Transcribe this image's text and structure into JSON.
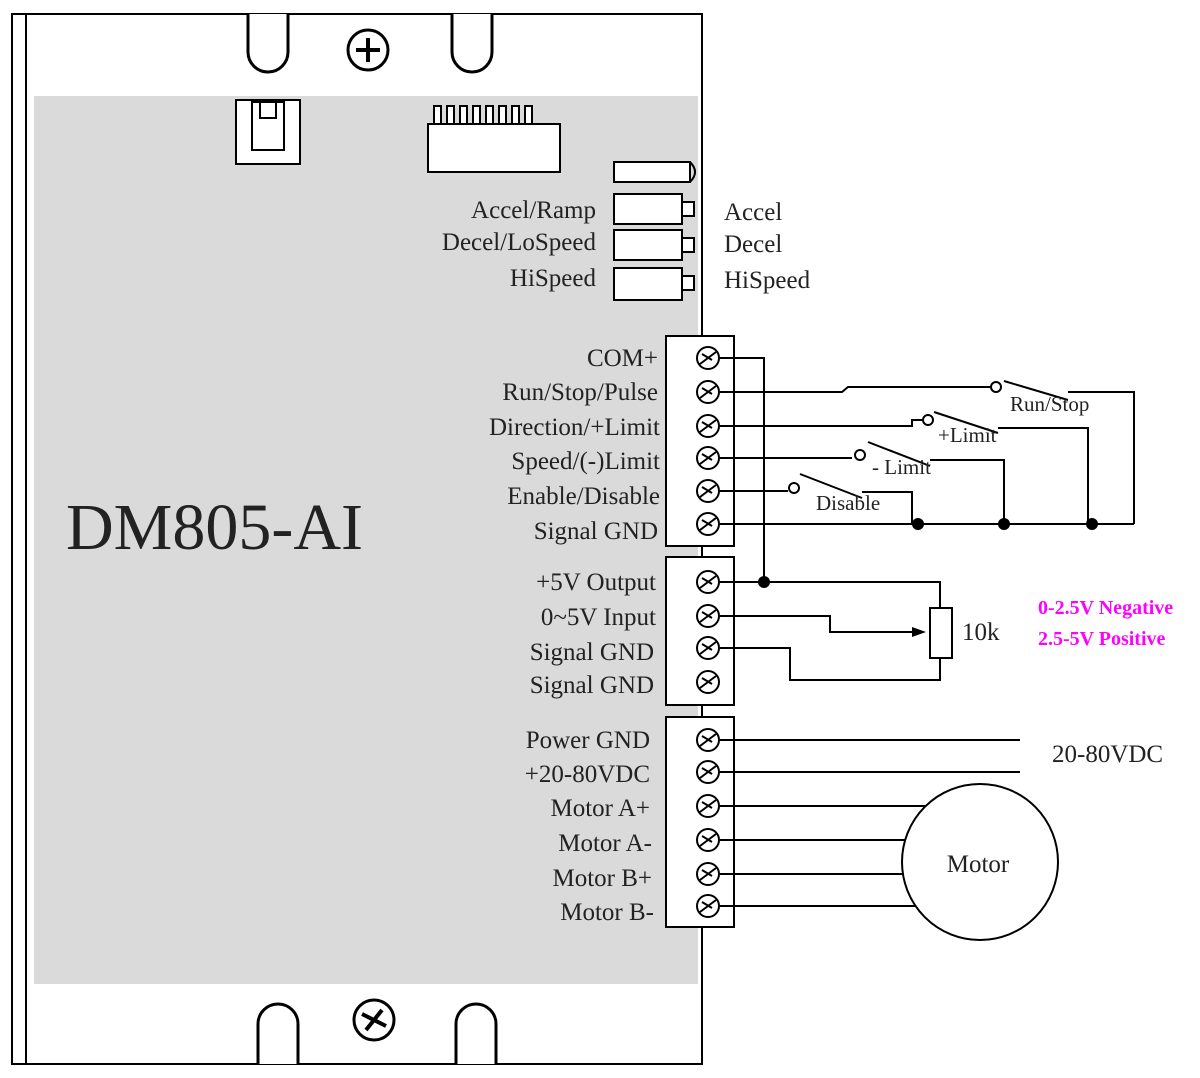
{
  "driver": {
    "model": "DM805-AI"
  },
  "pots": [
    {
      "left_label": "Accel/Ramp",
      "right_label": "Accel"
    },
    {
      "left_label": "Decel/LoSpeed",
      "right_label": "Decel"
    },
    {
      "left_label": "HiSpeed",
      "right_label": "HiSpeed"
    }
  ],
  "control_terminals": [
    "COM+",
    "Run/Stop/Pulse",
    "Direction/+Limit",
    "Speed/(-)Limit",
    "Enable/Disable",
    "Signal GND"
  ],
  "analog_terminals": [
    "+5V Output",
    "0~5V Input",
    "Signal GND",
    "Signal GND"
  ],
  "power_terminals": [
    "Power GND",
    "+20-80VDC",
    "Motor A+",
    "Motor A-",
    "Motor B+",
    "Motor B-"
  ],
  "switches": {
    "run_stop": "Run/Stop",
    "plus_limit": "+Limit",
    "minus_limit": "- Limit",
    "disable": "Disable"
  },
  "potentiometer": {
    "value": "10k",
    "note_negative": "0-2.5V Negative",
    "note_positive": "2.5-5V Positive",
    "note_color": "#ff00ff"
  },
  "supply": {
    "label": "20-80VDC"
  },
  "motor": {
    "label": "Motor"
  }
}
